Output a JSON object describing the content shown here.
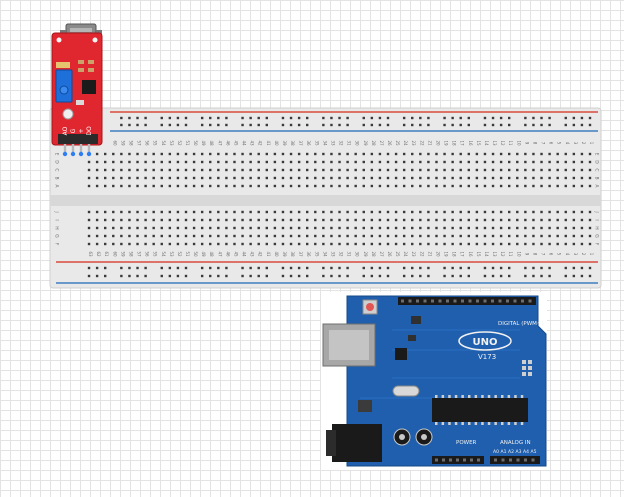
{
  "breadboard": {
    "column_count": 63,
    "top_row_letters": [
      "A",
      "B",
      "C",
      "D",
      "E"
    ],
    "bottom_row_letters": [
      "F",
      "G",
      "H",
      "I",
      "J"
    ],
    "rail_red_color": "#d94a3f",
    "rail_blue_color": "#3f7fc0",
    "body_color": "#e9e9e9"
  },
  "sensor": {
    "pin_labels": [
      "AO",
      "G",
      "+",
      "DO"
    ],
    "board_color": "#e0262e",
    "pot_color": "#1e6fd9"
  },
  "arduino": {
    "logo": "UNO",
    "model": "V173",
    "digital_label": "DIGITAL (PWM~)",
    "power_label": "POWER",
    "analog_label": "ANALOG IN",
    "analog_pins": [
      "A0",
      "A1",
      "A2",
      "A3",
      "A4",
      "A5"
    ],
    "board_color": "#1f5fae"
  }
}
